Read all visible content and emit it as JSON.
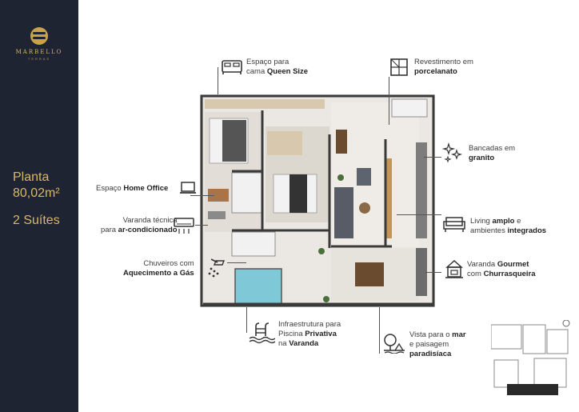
{
  "brand": {
    "name": "MARBELLO",
    "subtitle": "TERRAS"
  },
  "plan": {
    "title_line1": "Planta",
    "title_line2": "80,02m²",
    "suites": "2 Suítes"
  },
  "features": {
    "queen": {
      "text": "Espaço para",
      "text2": "cama ",
      "bold": "Queen Size",
      "icon": "bed-icon"
    },
    "porcelain": {
      "text": "Revestimento em",
      "bold": "porcelanato",
      "icon": "tile-icon"
    },
    "granite": {
      "text": "Bancadas em",
      "bold": "granito",
      "icon": "sparkle-icon"
    },
    "office": {
      "text": "Espaço ",
      "bold": "Home Office",
      "icon": "laptop-icon"
    },
    "ac": {
      "text": "Varanda técnica",
      "text2": "para ",
      "bold": "ar-condicionado",
      "icon": "air-conditioner-icon"
    },
    "living": {
      "text": "Living ",
      "bold": "amplo",
      "text_b": " e",
      "text2": "ambientes ",
      "bold2": "integrados",
      "icon": "sofa-icon"
    },
    "shower": {
      "text": "Chuveiros com",
      "bold": "Aquecimento a Gás",
      "icon": "shower-icon"
    },
    "gourmet": {
      "text": "Varanda ",
      "bold": "Gourmet",
      "text2": "com ",
      "bold2": "Churrasqueira",
      "icon": "grill-icon"
    },
    "pool": {
      "text": "Infraestrutura para",
      "text2": "Piscina ",
      "bold": "Privativa",
      "text3": "na ",
      "bold2": "Varanda",
      "icon": "pool-icon"
    },
    "view": {
      "text": "Vista para o ",
      "bold": "mar",
      "text2": "e paisagem",
      "bold2": "paradisíaca",
      "icon": "landscape-icon"
    }
  },
  "colors": {
    "sidebar": "#1f2433",
    "gold": "#d9b865",
    "wall": "#3a3a3a",
    "pool": "#7fc8d8"
  }
}
